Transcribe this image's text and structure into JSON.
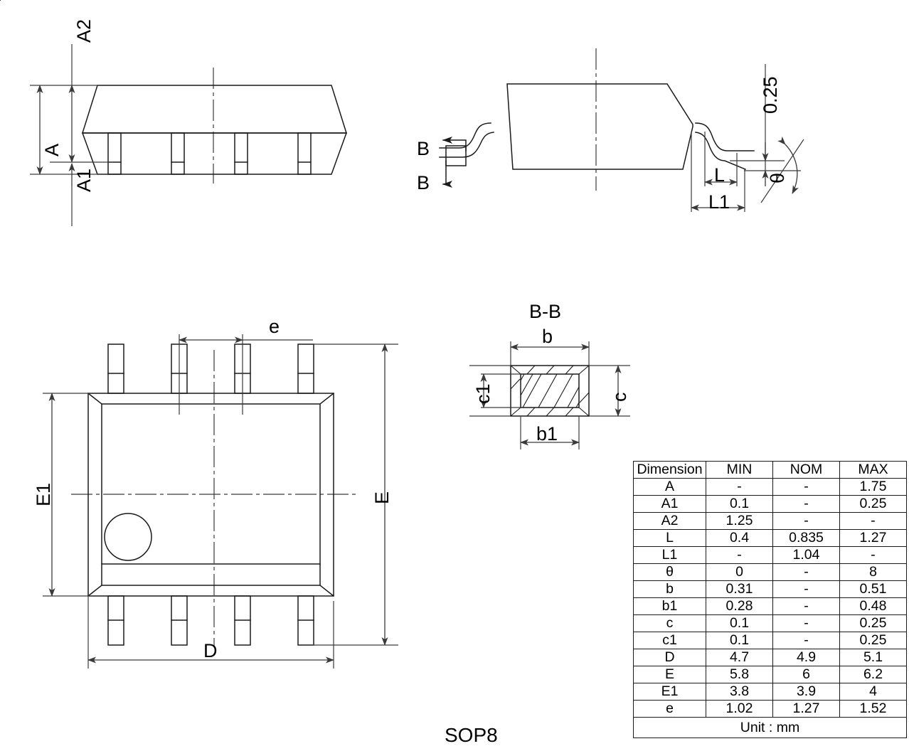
{
  "package": {
    "name": "SOP8",
    "unit_note": "Unit : mm"
  },
  "views": {
    "front_view": {
      "labels": {
        "A": "A",
        "A1": "A1",
        "A2": "A2"
      }
    },
    "side_view": {
      "labels": {
        "section_top": "B",
        "section_bottom": "B",
        "L": "L",
        "L1": "L1",
        "theta": "θ",
        "gauge_plane": "0.25"
      }
    },
    "top_view": {
      "labels": {
        "D": "D",
        "E": "E",
        "E1": "E1",
        "e": "e"
      }
    },
    "lead_section": {
      "title": "B-B",
      "labels": {
        "b": "b",
        "b1": "b1",
        "c": "c",
        "c1": "c1"
      }
    }
  },
  "dimension_table": {
    "headers": [
      "Dimension",
      "MIN",
      "NOM",
      "MAX"
    ],
    "rows": [
      {
        "dimension": "A",
        "min": "-",
        "nom": "-",
        "max": "1.75"
      },
      {
        "dimension": "A1",
        "min": "0.1",
        "nom": "-",
        "max": "0.25"
      },
      {
        "dimension": "A2",
        "min": "1.25",
        "nom": "-",
        "max": "-"
      },
      {
        "dimension": "L",
        "min": "0.4",
        "nom": "0.835",
        "max": "1.27"
      },
      {
        "dimension": "L1",
        "min": "-",
        "nom": "1.04",
        "max": "-"
      },
      {
        "dimension": "θ",
        "min": "0",
        "nom": "-",
        "max": "8"
      },
      {
        "dimension": "b",
        "min": "0.31",
        "nom": "-",
        "max": "0.51"
      },
      {
        "dimension": "b1",
        "min": "0.28",
        "nom": "-",
        "max": "0.48"
      },
      {
        "dimension": "c",
        "min": "0.1",
        "nom": "-",
        "max": "0.25"
      },
      {
        "dimension": "c1",
        "min": "0.1",
        "nom": "-",
        "max": "0.25"
      },
      {
        "dimension": "D",
        "min": "4.7",
        "nom": "4.9",
        "max": "5.1"
      },
      {
        "dimension": "E",
        "min": "5.8",
        "nom": "6",
        "max": "6.2"
      },
      {
        "dimension": "E1",
        "min": "3.8",
        "nom": "3.9",
        "max": "4"
      },
      {
        "dimension": "e",
        "min": "1.02",
        "nom": "1.27",
        "max": "1.52"
      }
    ],
    "footer": "Unit : mm"
  },
  "colors": {
    "line": "#1a1a1a",
    "dimension_line": "#3a3a3a",
    "background": "#ffffff"
  }
}
